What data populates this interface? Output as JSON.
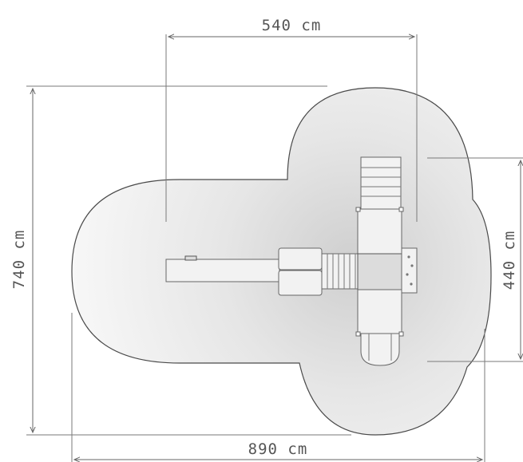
{
  "dimensions": {
    "top": "540 cm",
    "left": "740 cm",
    "right": "440 cm",
    "bottom": "890 cm"
  },
  "colors": {
    "zone_edge": "#4a4a4a",
    "zone_center": "#d8d8d8",
    "zone_outer": "#f7f7f7",
    "dimension_lines": "#666666"
  }
}
